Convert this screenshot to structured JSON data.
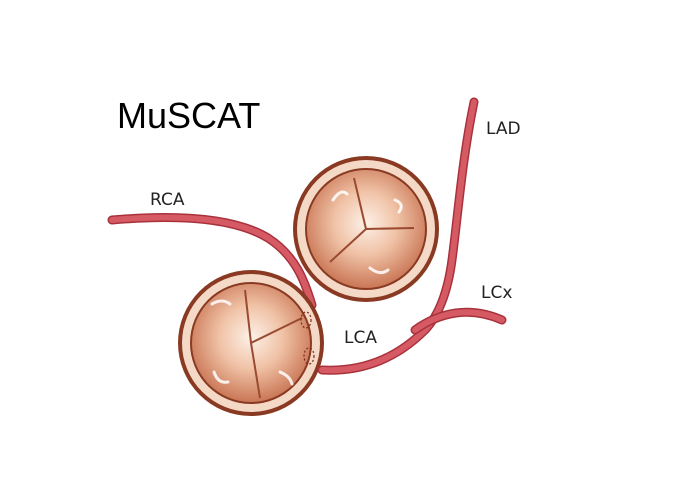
{
  "title": "MuSCAT",
  "labels": {
    "rca": "RCA",
    "lad": "LAD",
    "lcx": "LCx",
    "lca": "LCA"
  },
  "colors": {
    "artery": "#d0505a",
    "artery_edge": "#a8323c",
    "valve_ring": "#8a3a22",
    "leaflet_light": "#fbe7da",
    "leaflet_dark": "#c8714e"
  },
  "icons": {
    "valve": "aortic-valve-icon",
    "artery": "coronary-artery-icon"
  }
}
